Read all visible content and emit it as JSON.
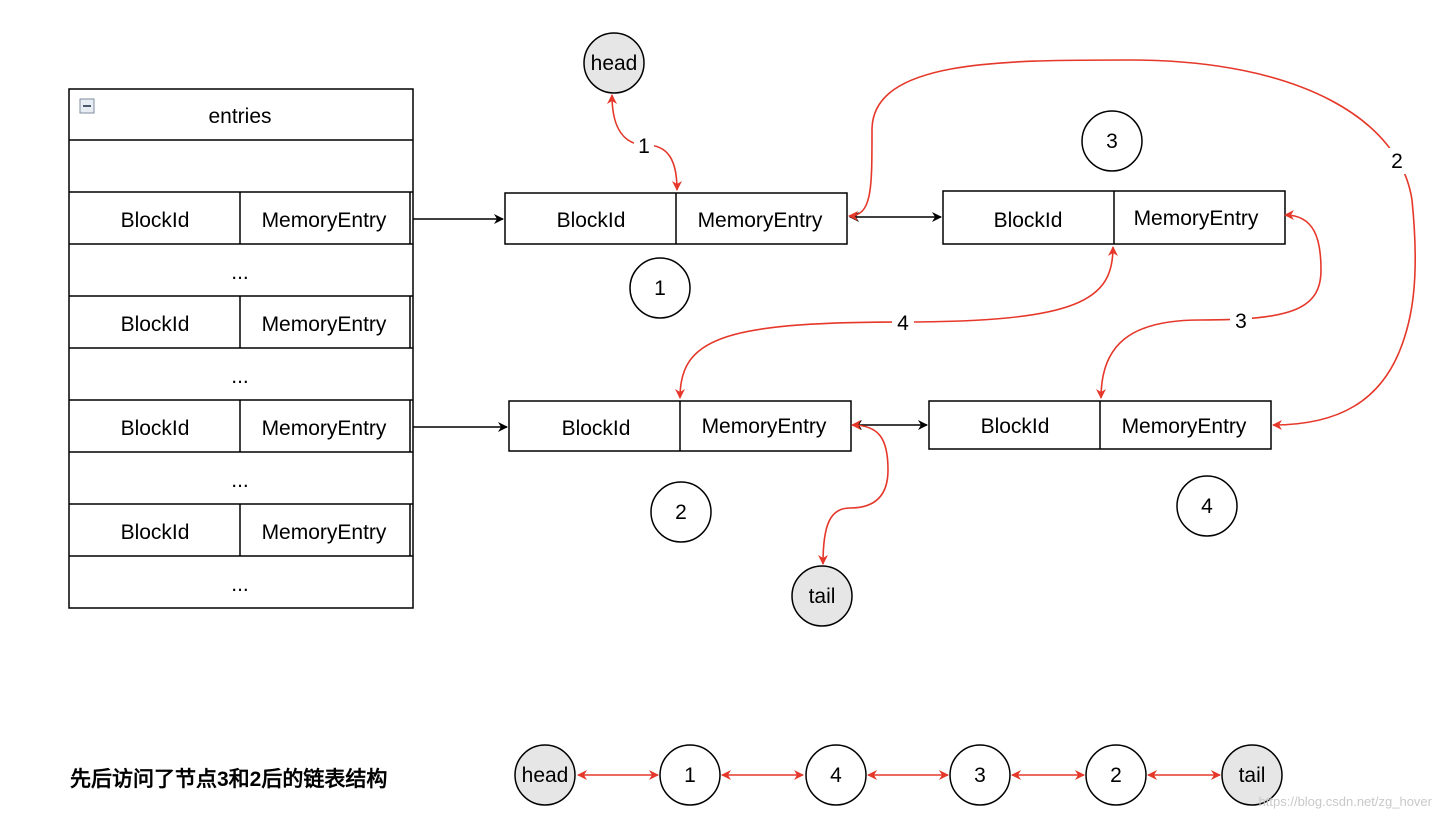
{
  "colors": {
    "stroke": "#000000",
    "edge_red": "#e5382a",
    "circle_gray_fill": "#e6e6e6",
    "watermark": "#c9c9c9",
    "collapse_icon": "#7f8ea0"
  },
  "table": {
    "title": "entries",
    "collapse_icon": "minus-square-icon",
    "rows": [
      {
        "type": "empty"
      },
      {
        "type": "pair",
        "left": "BlockId",
        "right": "MemoryEntry"
      },
      {
        "type": "text",
        "text": "..."
      },
      {
        "type": "pair",
        "left": "BlockId",
        "right": "MemoryEntry"
      },
      {
        "type": "text",
        "text": "..."
      },
      {
        "type": "pair",
        "left": "BlockId",
        "right": "MemoryEntry"
      },
      {
        "type": "text",
        "text": "..."
      },
      {
        "type": "pair",
        "left": "BlockId",
        "right": "MemoryEntry"
      },
      {
        "type": "text",
        "text": "..."
      }
    ]
  },
  "nodes": [
    {
      "id": "1",
      "left": "BlockId",
      "right": "MemoryEntry",
      "badge": "1"
    },
    {
      "id": "3",
      "left": "BlockId",
      "right": "MemoryEntry",
      "badge": "3"
    },
    {
      "id": "2",
      "left": "BlockId",
      "right": "MemoryEntry",
      "badge": "2"
    },
    {
      "id": "4",
      "left": "BlockId",
      "right": "MemoryEntry",
      "badge": "4"
    }
  ],
  "pointers": {
    "head": "head",
    "tail": "tail"
  },
  "edge_labels": {
    "head_to_1": "1",
    "n1_to_4": "2",
    "n3_to_4": "3",
    "n3_to_2": "4"
  },
  "bottom": {
    "caption": "先后访问了节点3和2后的链表结构",
    "chain": [
      "head",
      "1",
      "4",
      "3",
      "2",
      "tail"
    ]
  },
  "watermark": "https://blog.csdn.net/zg_hover"
}
